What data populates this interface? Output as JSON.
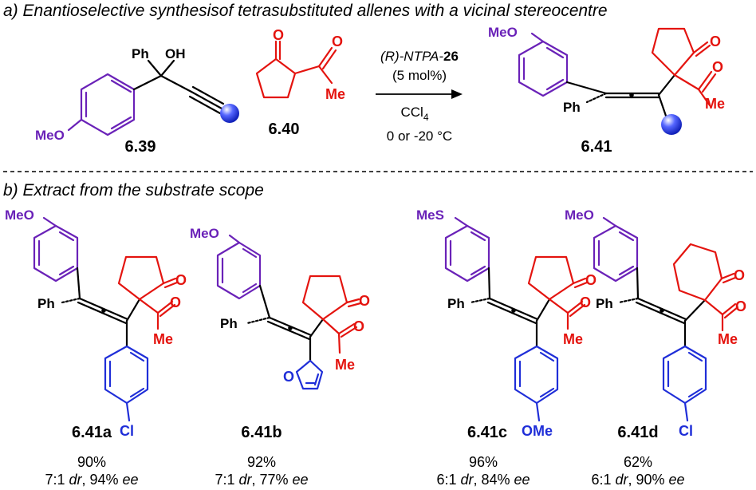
{
  "section_a": {
    "title": "a) Enantioselective synthesisof tetrasubstituted allenes with a vicinal stereocentre"
  },
  "section_b": {
    "title": "b) Extract from the substrate scope"
  },
  "reaction": {
    "reactant1": {
      "id": "6.39",
      "groups": {
        "ph": "Ph",
        "oh": "OH",
        "meo": "MeO"
      }
    },
    "reactant2": {
      "id": "6.40",
      "groups": {
        "o": "O",
        "me": "Me"
      }
    },
    "product": {
      "id": "6.41",
      "groups": {
        "meo": "MeO",
        "ph": "Ph",
        "o": "O",
        "me": "Me"
      }
    },
    "conditions": {
      "catalyst_prefix": "(R)-NTPA-",
      "catalyst_num": "26",
      "loading": "(5 mol%)",
      "solvent": "CCl",
      "solvent_sub": "4",
      "temperature": "0 or -20 °C"
    }
  },
  "scope": [
    {
      "id": "6.41a",
      "yield": "90%",
      "dr_val": "7:1 ",
      "dr_lbl": "dr",
      "ee_val": ", 94% ",
      "ee_lbl": "ee",
      "labels": {
        "top": "MeO",
        "ph": "Ph",
        "o1": "O",
        "o2": "O",
        "me": "Me",
        "bottom": "Cl"
      }
    },
    {
      "id": "6.41b",
      "yield": "92%",
      "dr_val": "7:1 ",
      "dr_lbl": "dr",
      "ee_val": ", 77% ",
      "ee_lbl": "ee",
      "labels": {
        "top": "MeO",
        "ph": "Ph",
        "o1": "O",
        "o2": "O",
        "me": "Me",
        "bottom": "O"
      }
    },
    {
      "id": "6.41c",
      "yield": "96%",
      "dr_val": "6:1 ",
      "dr_lbl": "dr",
      "ee_val": ", 84% ",
      "ee_lbl": "ee",
      "labels": {
        "top": "MeS",
        "ph": "Ph",
        "o1": "O",
        "o2": "O",
        "me": "Me",
        "bottom": "OMe"
      }
    },
    {
      "id": "6.41d",
      "yield": "62%",
      "dr_val": "6:1 ",
      "dr_lbl": "dr",
      "ee_val": ", 90% ",
      "ee_lbl": "ee",
      "labels": {
        "top": "MeO",
        "ph": "Ph",
        "o1": "O",
        "o2": "O",
        "me": "Me",
        "bottom": "Cl"
      }
    }
  ],
  "colors": {
    "aryl_top": "#6a22b8",
    "ketone": "#e4140f",
    "aryl_bottom": "#1f2ed8",
    "ball": "#2233ee"
  }
}
